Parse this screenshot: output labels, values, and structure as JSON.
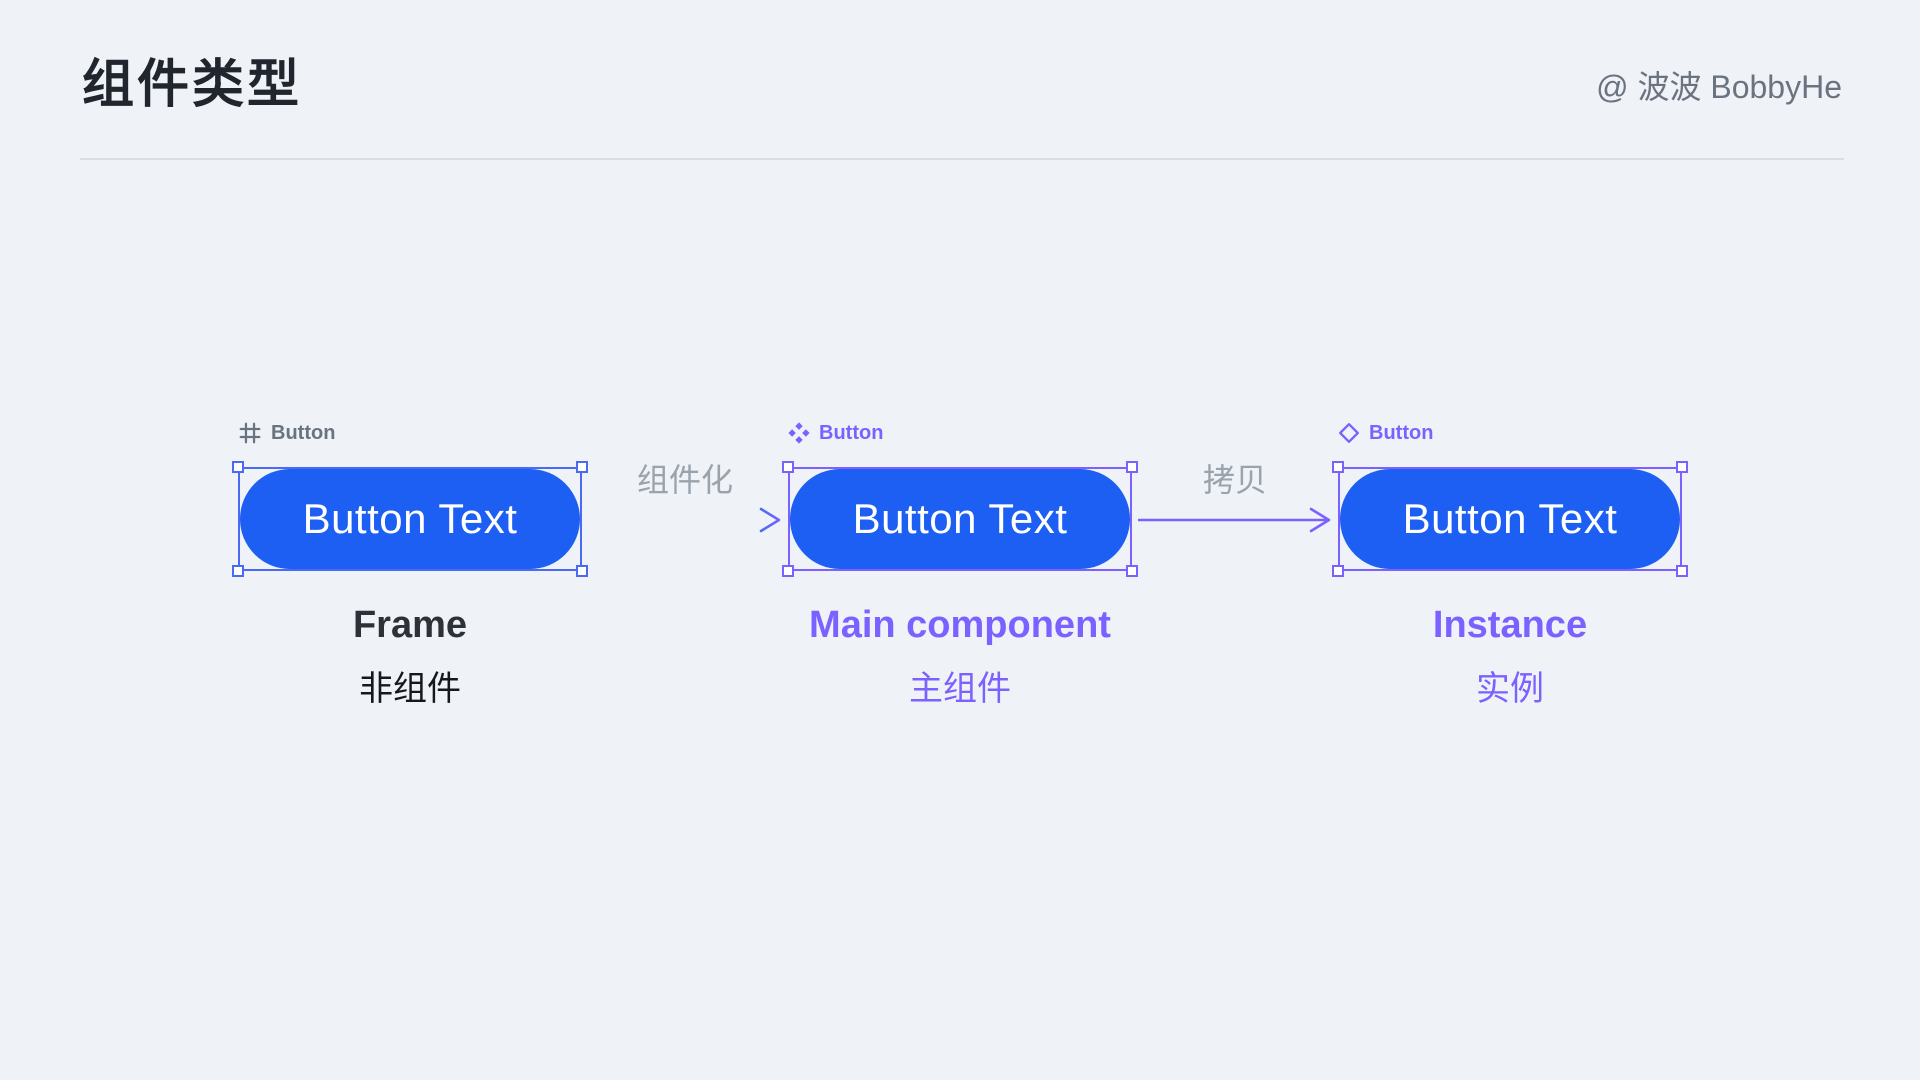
{
  "header": {
    "title": "组件类型",
    "author": "@ 波波 BobbyHe"
  },
  "groups": [
    {
      "layer_icon": "frame-icon",
      "layer_label": "Button",
      "button_text": "Button Text",
      "caption": "Frame",
      "caption_zh": "非组件"
    },
    {
      "layer_icon": "component-icon",
      "layer_label": "Button",
      "button_text": "Button Text",
      "caption": "Main component",
      "caption_zh": "主组件"
    },
    {
      "layer_icon": "instance-icon",
      "layer_label": "Button",
      "button_text": "Button Text",
      "caption": "Instance",
      "caption_zh": "实例"
    }
  ],
  "arrows": [
    {
      "label": "组件化"
    },
    {
      "label": "拷贝"
    }
  ],
  "colors": {
    "page-bg": "#eff3f8",
    "title-color": "#21262e",
    "author-color": "#6b7280",
    "divider-color": "#d9dee5",
    "button-blue": "#1d5ff2",
    "frame-accent": "#4a6af5",
    "component-accent": "#7b61ff",
    "label-gray": "#6b7280",
    "arrow-label-gray": "#9aa2ac",
    "caption-dark": "#2d3239",
    "caption-zh-dark": "#15181c"
  }
}
